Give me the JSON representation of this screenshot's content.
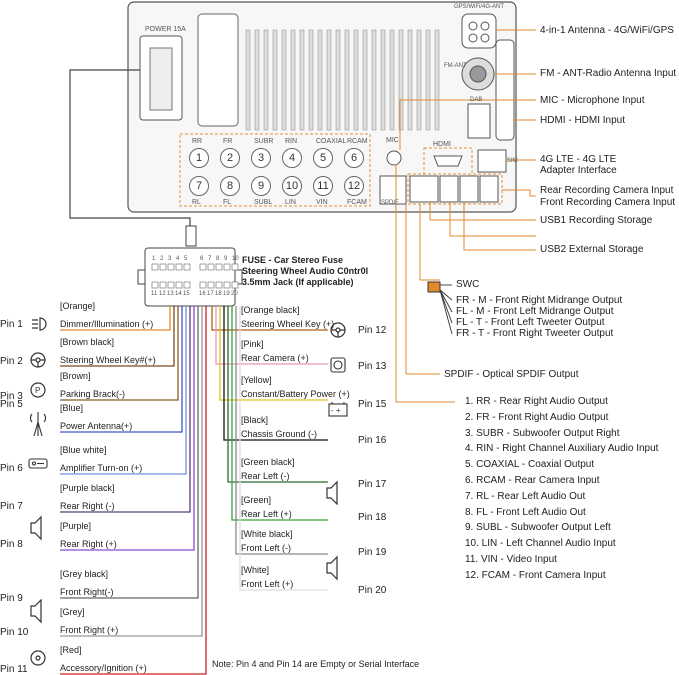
{
  "unit": {
    "power_label": "POWER 15A",
    "mic_label": "MIC",
    "hdmi_label": "HDMI",
    "spdif_label": "SPDIF",
    "dab_label": "DAB",
    "fm_ant_label": "FM-ANT",
    "gps_label": "GPS/WiFi/4G-ANT",
    "sim_label": "SIM"
  },
  "audio_ports_top": [
    {
      "num": "1",
      "cap": "RR"
    },
    {
      "num": "2",
      "cap": "FR"
    },
    {
      "num": "3",
      "cap": "SUBR"
    },
    {
      "num": "4",
      "cap": "RIN"
    },
    {
      "num": "5",
      "cap": "COAXIAL"
    },
    {
      "num": "6",
      "cap": "RCAM"
    }
  ],
  "audio_ports_bottom": [
    {
      "num": "7",
      "cap": "RL"
    },
    {
      "num": "8",
      "cap": "FL"
    },
    {
      "num": "9",
      "cap": "SUBL"
    },
    {
      "num": "10",
      "cap": "LIN"
    },
    {
      "num": "11",
      "cap": "VIN"
    },
    {
      "num": "12",
      "cap": "FCAM"
    }
  ],
  "right_labels": {
    "antenna": "4-in-1 Antenna - 4G/WiFi/GPS",
    "fm": "FM - ANT-Radio Antenna Input",
    "mic": "MIC - Microphone Input",
    "hdmi": "HDMI - HDMI Input",
    "lte_1": "4G LTE - 4G LTE",
    "lte_2": "Adapter Interface",
    "rear_rec": "Rear Recording Camera Input",
    "front_rec": "Front Recording Camera Input",
    "usb1": "USB1 Recording Storage",
    "usb2": "USB2 External Storage"
  },
  "fuse": {
    "line1": "FUSE - Car Stereo Fuse",
    "line2": "Steering Wheel Audio C0ntr0l",
    "line3": "3.5mm Jack (If applicable)",
    "top_nums": [
      "1",
      "2",
      "3",
      "4",
      "5",
      "6",
      "7",
      "8",
      "9",
      "10"
    ],
    "bottom_nums": [
      "11",
      "12",
      "13",
      "14",
      "15",
      "16",
      "17",
      "18",
      "19",
      "20"
    ]
  },
  "swc": {
    "title": "SWC",
    "items": [
      "FR - M - Front Right Midrange Output",
      "FL - M - Front Left Midrange Output",
      "FL - T - Front Left Tweeter Output",
      "FR - T - Front Right Tweeter Output"
    ]
  },
  "spdif_output": "SPDIF - Optical SPDIF Output",
  "audio_list": [
    "1. RR - Rear Right Audio Output",
    "2. FR - Front Right Audio Output",
    "3. SUBR - Subwoofer Output Right",
    "4. RIN - Right Channel Auxiliary Audio Input",
    "5. COAXIAL - Coaxial Output",
    "6. RCAM - Rear Camera Input",
    "7. RL - Rear Left Audio Out",
    "8. FL - Front Left Audio Out",
    "9. SUBL - Subwoofer Output Left",
    "10. LIN - Left Channel Audio Input",
    "11. VIN - Video Input",
    "12. FCAM - Front Camera Input"
  ],
  "left_pins": [
    {
      "pin": "Pin 1",
      "color": "[Orange]",
      "desc": "Dimmer/Illumination (+)",
      "wire": "#e08a2c"
    },
    {
      "pin": "Pin 2",
      "color": "[Brown black]",
      "desc": "Steering Wheel Key#(+)",
      "wire": "#7a4a20"
    },
    {
      "pin": "Pin 3",
      "color": "[Brown]",
      "desc": "Parking Brack(-)",
      "wire": "#8a5a2a"
    },
    {
      "pin": "Pin 5",
      "color": "[Blue]",
      "desc": "Power Antenna(+)",
      "wire": "#3a5bd0"
    },
    {
      "pin": "Pin 6",
      "color": "[Blue white]",
      "desc": "Amplifier Turn-on (+)",
      "wire": "#6f8fe0"
    },
    {
      "pin": "Pin 7",
      "color": "[Purple black]",
      "desc": "Rear Right (-)",
      "wire": "#5a3a80"
    },
    {
      "pin": "Pin 8",
      "color": "[Purple]",
      "desc": "Rear Right (+)",
      "wire": "#8a4ad0"
    },
    {
      "pin": "Pin 9",
      "color": "[Grey black]",
      "desc": "Front Right(-)",
      "wire": "#666666"
    },
    {
      "pin": "Pin 10",
      "color": "[Grey]",
      "desc": "Front Right (+)",
      "wire": "#999999"
    },
    {
      "pin": "Pin 11",
      "color": "[Red]",
      "desc": "Accessory/Ignition (+)",
      "wire": "#d02020"
    }
  ],
  "right_pins": [
    {
      "pin": "Pin 12",
      "color": "[Orange black]",
      "desc": "Steering Wheel Key (+)",
      "wire": "#b0601a"
    },
    {
      "pin": "Pin 13",
      "color": "[Pink]",
      "desc": "Rear Camera (+)",
      "wire": "#e898b8"
    },
    {
      "pin": "Pin 15",
      "color": "[Yellow]",
      "desc": "Constant/Battery Power (+)",
      "wire": "#e0c020"
    },
    {
      "pin": "Pin 16",
      "color": "[Black]",
      "desc": "Chassis Ground (-)",
      "wire": "#111111"
    },
    {
      "pin": "Pin 17",
      "color": "[Green black]",
      "desc": "Rear Left (-)",
      "wire": "#2a6a2a"
    },
    {
      "pin": "Pin 18",
      "color": "[Green]",
      "desc": "Rear Left (+)",
      "wire": "#3aa03a"
    },
    {
      "pin": "Pin 19",
      "color": "[White black]",
      "desc": "Front Left (-)",
      "wire": "#888888"
    },
    {
      "pin": "Pin 20",
      "color": "[White]",
      "desc": "Front Left (+)",
      "wire": "#dddddd"
    }
  ],
  "note": "Note: Pin 4 and Pin 14 are Empty or Serial Interface"
}
